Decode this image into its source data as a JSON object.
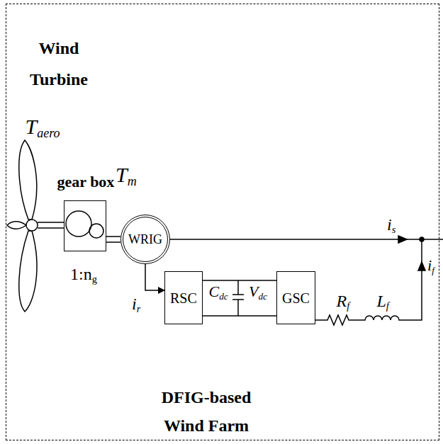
{
  "diagram": {
    "nodes": [
      {
        "text": [
          "DFIG-based Wind Farm"
        ]
      },
      {
        "text": [
          "gear box"
        ],
        "in": 0
      },
      {
        "text": [
          "WRIG"
        ],
        "in": 0
      },
      {
        "text": [
          "RSC"
        ],
        "in": 0
      },
      {
        "text": [
          "GSC"
        ],
        "in": 0
      }
    ],
    "edges": [
      {
        "from": 1,
        "to": 2,
        "arrow": "none"
      },
      {
        "from": 2,
        "to": 3,
        "arrow": "to"
      },
      {
        "from": 3,
        "to": 4,
        "arrow": "none"
      }
    ],
    "labels": [
      "Wind Turbine",
      "Taero",
      "Tm",
      "1:ng",
      "is",
      "if",
      "ir",
      "Cdc",
      "Vdc",
      "Rf",
      "Lf"
    ]
  }
}
